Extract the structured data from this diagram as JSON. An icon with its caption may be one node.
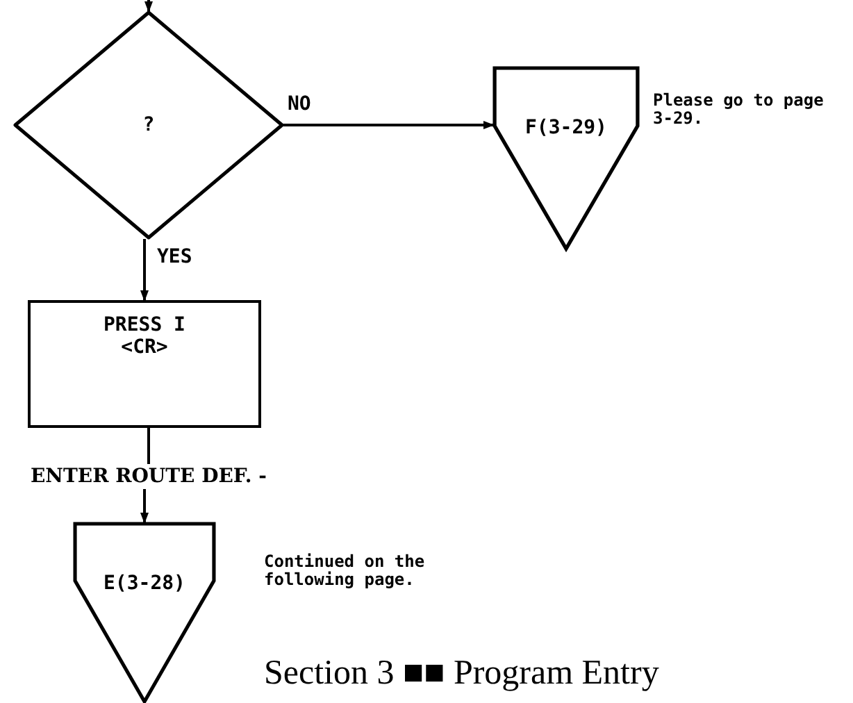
{
  "diagram": {
    "nodes": [
      {
        "text": [
          "?"
        ]
      },
      {
        "text": [
          "F(3-29)"
        ],
        "beside": [
          "Please go to page 3-29."
        ]
      },
      {
        "text": [
          "PRESS I <CR>"
        ]
      },
      {
        "text": [
          "ENTER ROUTE DEF. -"
        ]
      },
      {
        "text": [
          "E(3-28)"
        ],
        "beside": [
          "Continued on the following page."
        ]
      }
    ],
    "edges": [
      {
        "from": null,
        "to": 0,
        "arrow": "to"
      },
      {
        "from": 0,
        "to": 1,
        "arrow": "to",
        "label": "NO"
      },
      {
        "from": 0,
        "to": 2,
        "arrow": "to",
        "label": "YES"
      },
      {
        "from": 2,
        "to": 3,
        "arrow": "none"
      },
      {
        "from": 3,
        "to": 4,
        "arrow": "to"
      }
    ],
    "labels": [
      "Section 3 ■■ Program Entry"
    ]
  }
}
